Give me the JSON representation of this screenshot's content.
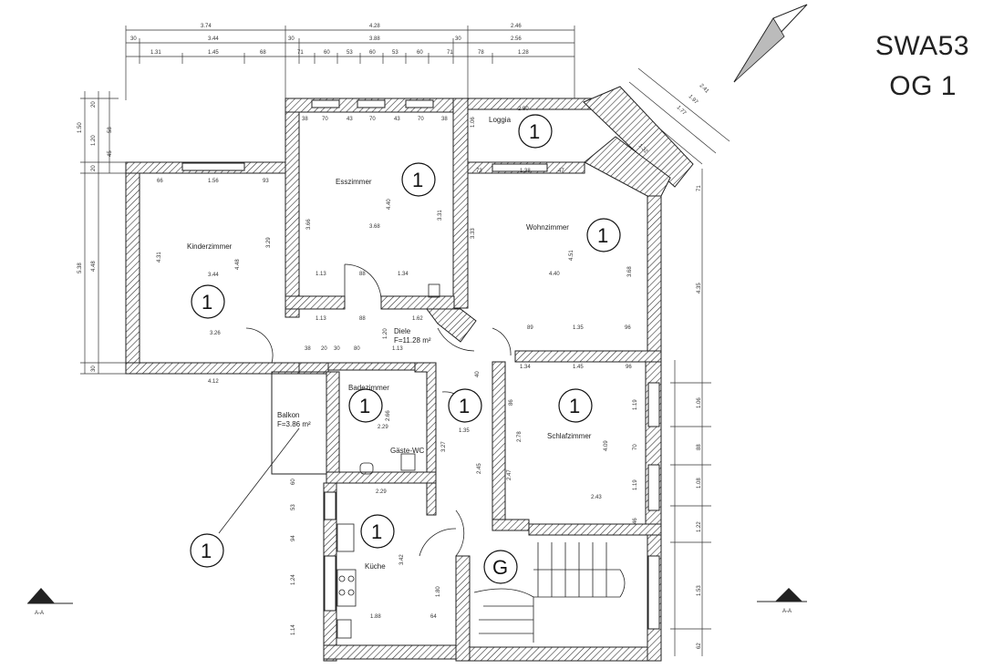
{
  "header": {
    "project_code": "SWA53",
    "floor_label": "OG 1"
  },
  "rooms": {
    "kinderzimmer": "Kinderzimmer",
    "esszimmer": "Esszimmer",
    "wohnzimmer": "Wohnzimmer",
    "loggia": "Loggia",
    "diele": "Diele",
    "diele_area": "F=11.28 m²",
    "badezimmer": "Badezimmer",
    "gaeste_wc": "Gäste-WC",
    "balkon": "Balkon",
    "balkon_area": "F=3.86 m²",
    "schlafzimmer": "Schlafzimmer",
    "kueche": "Küche"
  },
  "tags": {
    "one": "1",
    "stair": "G"
  },
  "section_markers": {
    "left": "A-A",
    "right": "A-A"
  },
  "dimensions": {
    "top_row1": [
      "3.74",
      "4.28",
      "2.46"
    ],
    "top_row2": [
      "30",
      "3.44",
      "30",
      "3.88",
      "30",
      "2.56"
    ],
    "top_row3": [
      "1.31",
      "1.45",
      "68",
      "71",
      "60",
      "53",
      "60",
      "53",
      "60",
      "71",
      "78",
      "1.28"
    ],
    "kinder": [
      "66",
      "1.56",
      "93",
      "4.31",
      "3.44",
      "4.48",
      "3.29",
      "3.26",
      "4.12"
    ],
    "ess": [
      "38",
      "70",
      "43",
      "70",
      "43",
      "70",
      "38",
      "3.66",
      "3.68",
      "4.40",
      "3.31",
      "1.13",
      "88",
      "1.34"
    ],
    "wohn": [
      "73",
      "1.38",
      "47",
      "2.90",
      "3.33",
      "4.51",
      "4.40",
      "3.68",
      "89",
      "1.35",
      "96",
      "4.35",
      "71"
    ],
    "loggia": [
      "2.41",
      "1.97",
      "1.77",
      "1.32",
      "1.06"
    ],
    "diele": [
      "1.13",
      "88",
      "1.62",
      "1.20",
      "1.13",
      "38",
      "20",
      "30",
      "80"
    ],
    "bad": [
      "2.66",
      "2.29",
      "1.35",
      "3.27",
      "40",
      "86"
    ],
    "schlaf": [
      "1.34",
      "1.45",
      "96",
      "1.19",
      "70",
      "1.19",
      "4.09",
      "2.78",
      "2.47",
      "2.43",
      "46",
      "1.06",
      "88",
      "1.08",
      "1.22"
    ],
    "kueche": [
      "2.29",
      "60",
      "53",
      "94",
      "1.24",
      "1.14",
      "3.42",
      "1.88",
      "64",
      "1.80",
      "2.45"
    ],
    "left_side": [
      "1.50",
      "20",
      "1.20",
      "45",
      "20",
      "5.38",
      "4.48",
      "30",
      "58"
    ],
    "stair_right": [
      "1.53",
      "62"
    ]
  }
}
